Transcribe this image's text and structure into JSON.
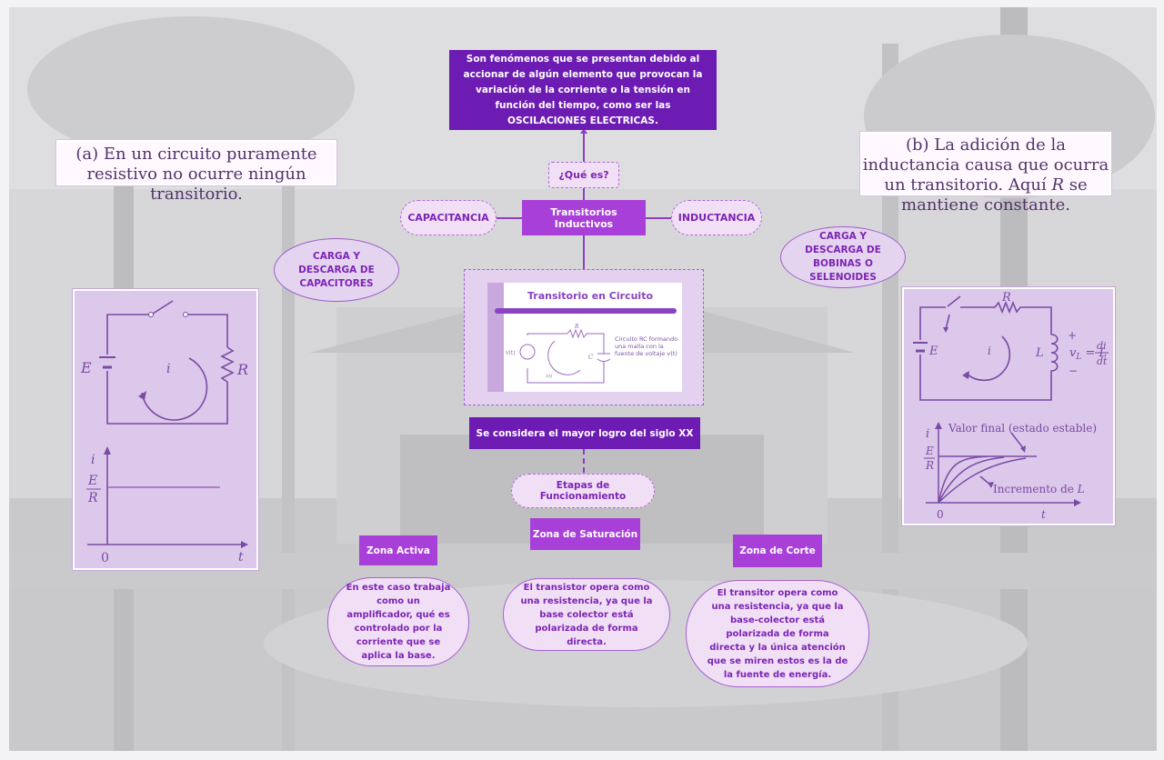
{
  "definition_text": "Son fenómenos que se presentan debido al accionar de algún elemento que provocan la variación de la corriente o la tensión en función del tiempo, como ser las OSCILACIONES ELECTRICAS.",
  "question_label": "¿Qué es?",
  "center_label": "Transitorios Inductivos",
  "capacitancia_label": "CAPACITANCIA",
  "inductancia_label": "INDUCTANCIA",
  "carga_capacitores": "CARGA Y DESCARGA DE CAPACITORES",
  "carga_bobinas": "CARGA Y DESCARGA DE BOBINAS O SELENOIDES",
  "left_caption": "(a) En un circuito puramente resistivo no ocurre ningún transitorio.",
  "right_caption_pre": "(b) La adición de la inductancia causa que ocurra un transitorio. Aquí ",
  "right_caption_var": "R",
  "right_caption_post": " se mantiene constante.",
  "rc_panel": {
    "title": "Transitorio en Circuito",
    "note": "Circuito RC formando una malla con la fuente de voltaje v(t)",
    "labels": {
      "r": "R",
      "c": "C",
      "source": "v(t)",
      "current": "i(t)"
    }
  },
  "achievement_label": "Se considera el mayor logro del siglo XX",
  "stages_label": "Etapas de Funcionamiento",
  "zones": [
    {
      "title": "Zona Activa",
      "text": "En este caso trabaja como un amplificador, qué es controlado por la corriente que se aplica la base."
    },
    {
      "title": "Zona de Saturación",
      "text": "El transistor opera como una resistencia, ya que la base colector está polarizada de forma directa."
    },
    {
      "title": "Zona de Corte",
      "text": "El transitor opera como una resistencia, ya que la base-colector está polarizada de forma directa y la única atención que se miren estos es la de la fuente de energía."
    }
  ],
  "left_diagram": {
    "e": "E",
    "i": "i",
    "r": "R",
    "y_axis": "i",
    "frac_num": "E",
    "frac_den": "R",
    "origin": "0",
    "x_axis": "t"
  },
  "right_diagram": {
    "e": "E",
    "i": "i",
    "r": "R",
    "l": "L",
    "plus": "+",
    "minus": "−",
    "vl_v": "v",
    "vl_sub": "L",
    "vl_eq": " = L",
    "di": "di",
    "dt": "dt",
    "y_axis": "i",
    "frac_num": "E",
    "frac_den": "R",
    "final_value": "Valor final (estado estable)",
    "increment_pre": "Incremento de ",
    "increment_var": "L",
    "origin": "0",
    "x_axis": "t"
  },
  "colors": {
    "dark": "#6c1bb3",
    "mid": "#a93fd9",
    "pill": "#f1dff5",
    "accent": "#8c3fc2"
  }
}
